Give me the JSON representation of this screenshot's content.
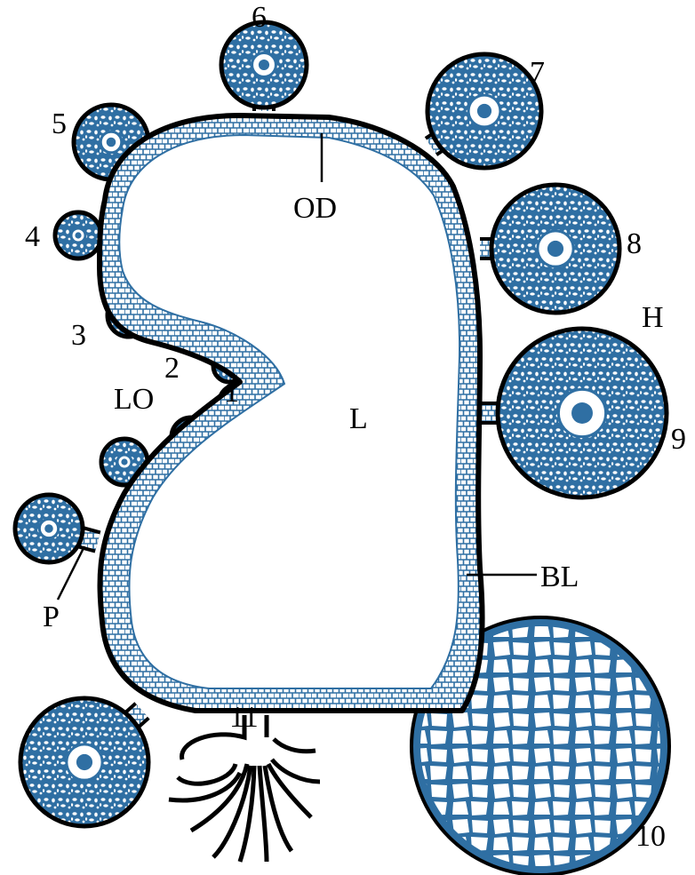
{
  "colors": {
    "outline": "#000000",
    "tissue": "#2f6fa3",
    "tissue_dark": "#1f4f7a",
    "background": "#ffffff"
  },
  "labels": {
    "n1": "1",
    "n2": "2",
    "n3": "3",
    "n4": "4",
    "n5": "5",
    "n6": "6",
    "n7": "7",
    "n8": "8",
    "n9": "9",
    "n10": "10",
    "n11": "11",
    "od": "OD",
    "lo": "LO",
    "l": "L",
    "h": "H",
    "bl": "BL",
    "p": "P"
  }
}
